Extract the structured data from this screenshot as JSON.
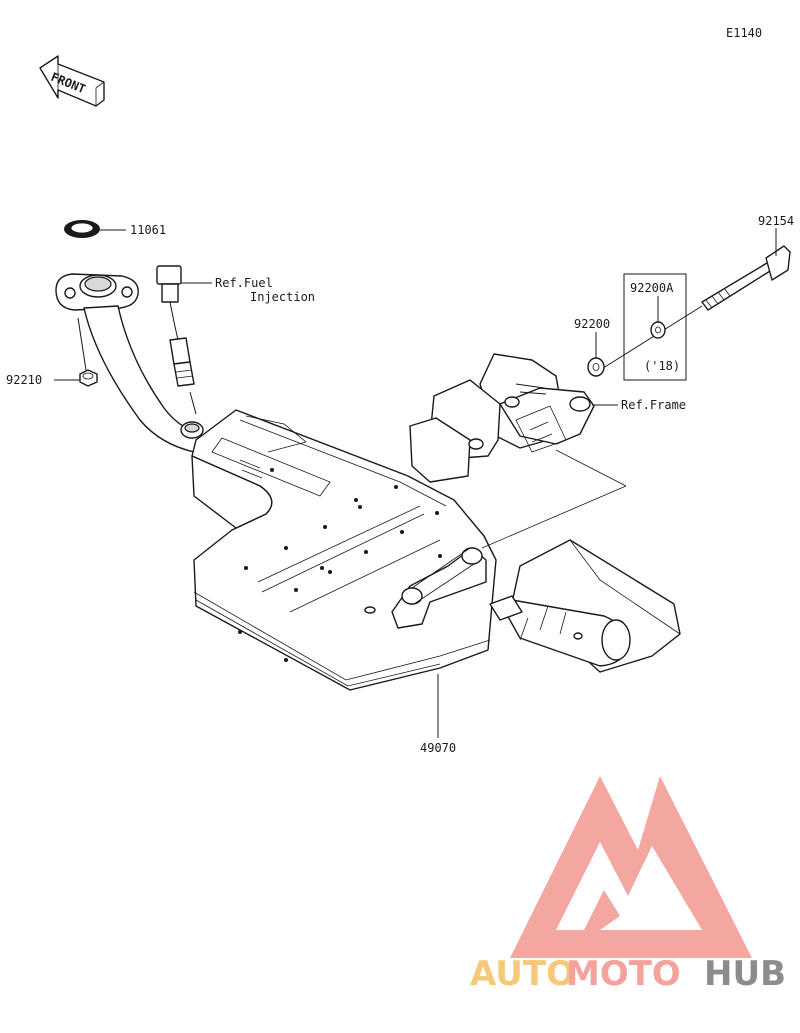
{
  "diagram": {
    "code": "E1140",
    "front_label": "FRONT",
    "callouts": {
      "p11061": "11061",
      "ref_fuel_line1": "Ref.Fuel",
      "ref_fuel_line2": "Injection",
      "p92210": "92210",
      "p92154": "92154",
      "p92200A": "92200A",
      "p92200A_note": "('18)",
      "p92200": "92200",
      "ref_frame": "Ref.Frame",
      "p49070": "49070"
    }
  },
  "watermark": {
    "text_auto": "AUTO",
    "text_moto": "MOTO",
    "text_hub": "HUB",
    "colors": {
      "logo": "#f4a39c",
      "auto": "#f6c97a",
      "moto": "#f4a39c",
      "hub": "#8c8c8c"
    }
  }
}
